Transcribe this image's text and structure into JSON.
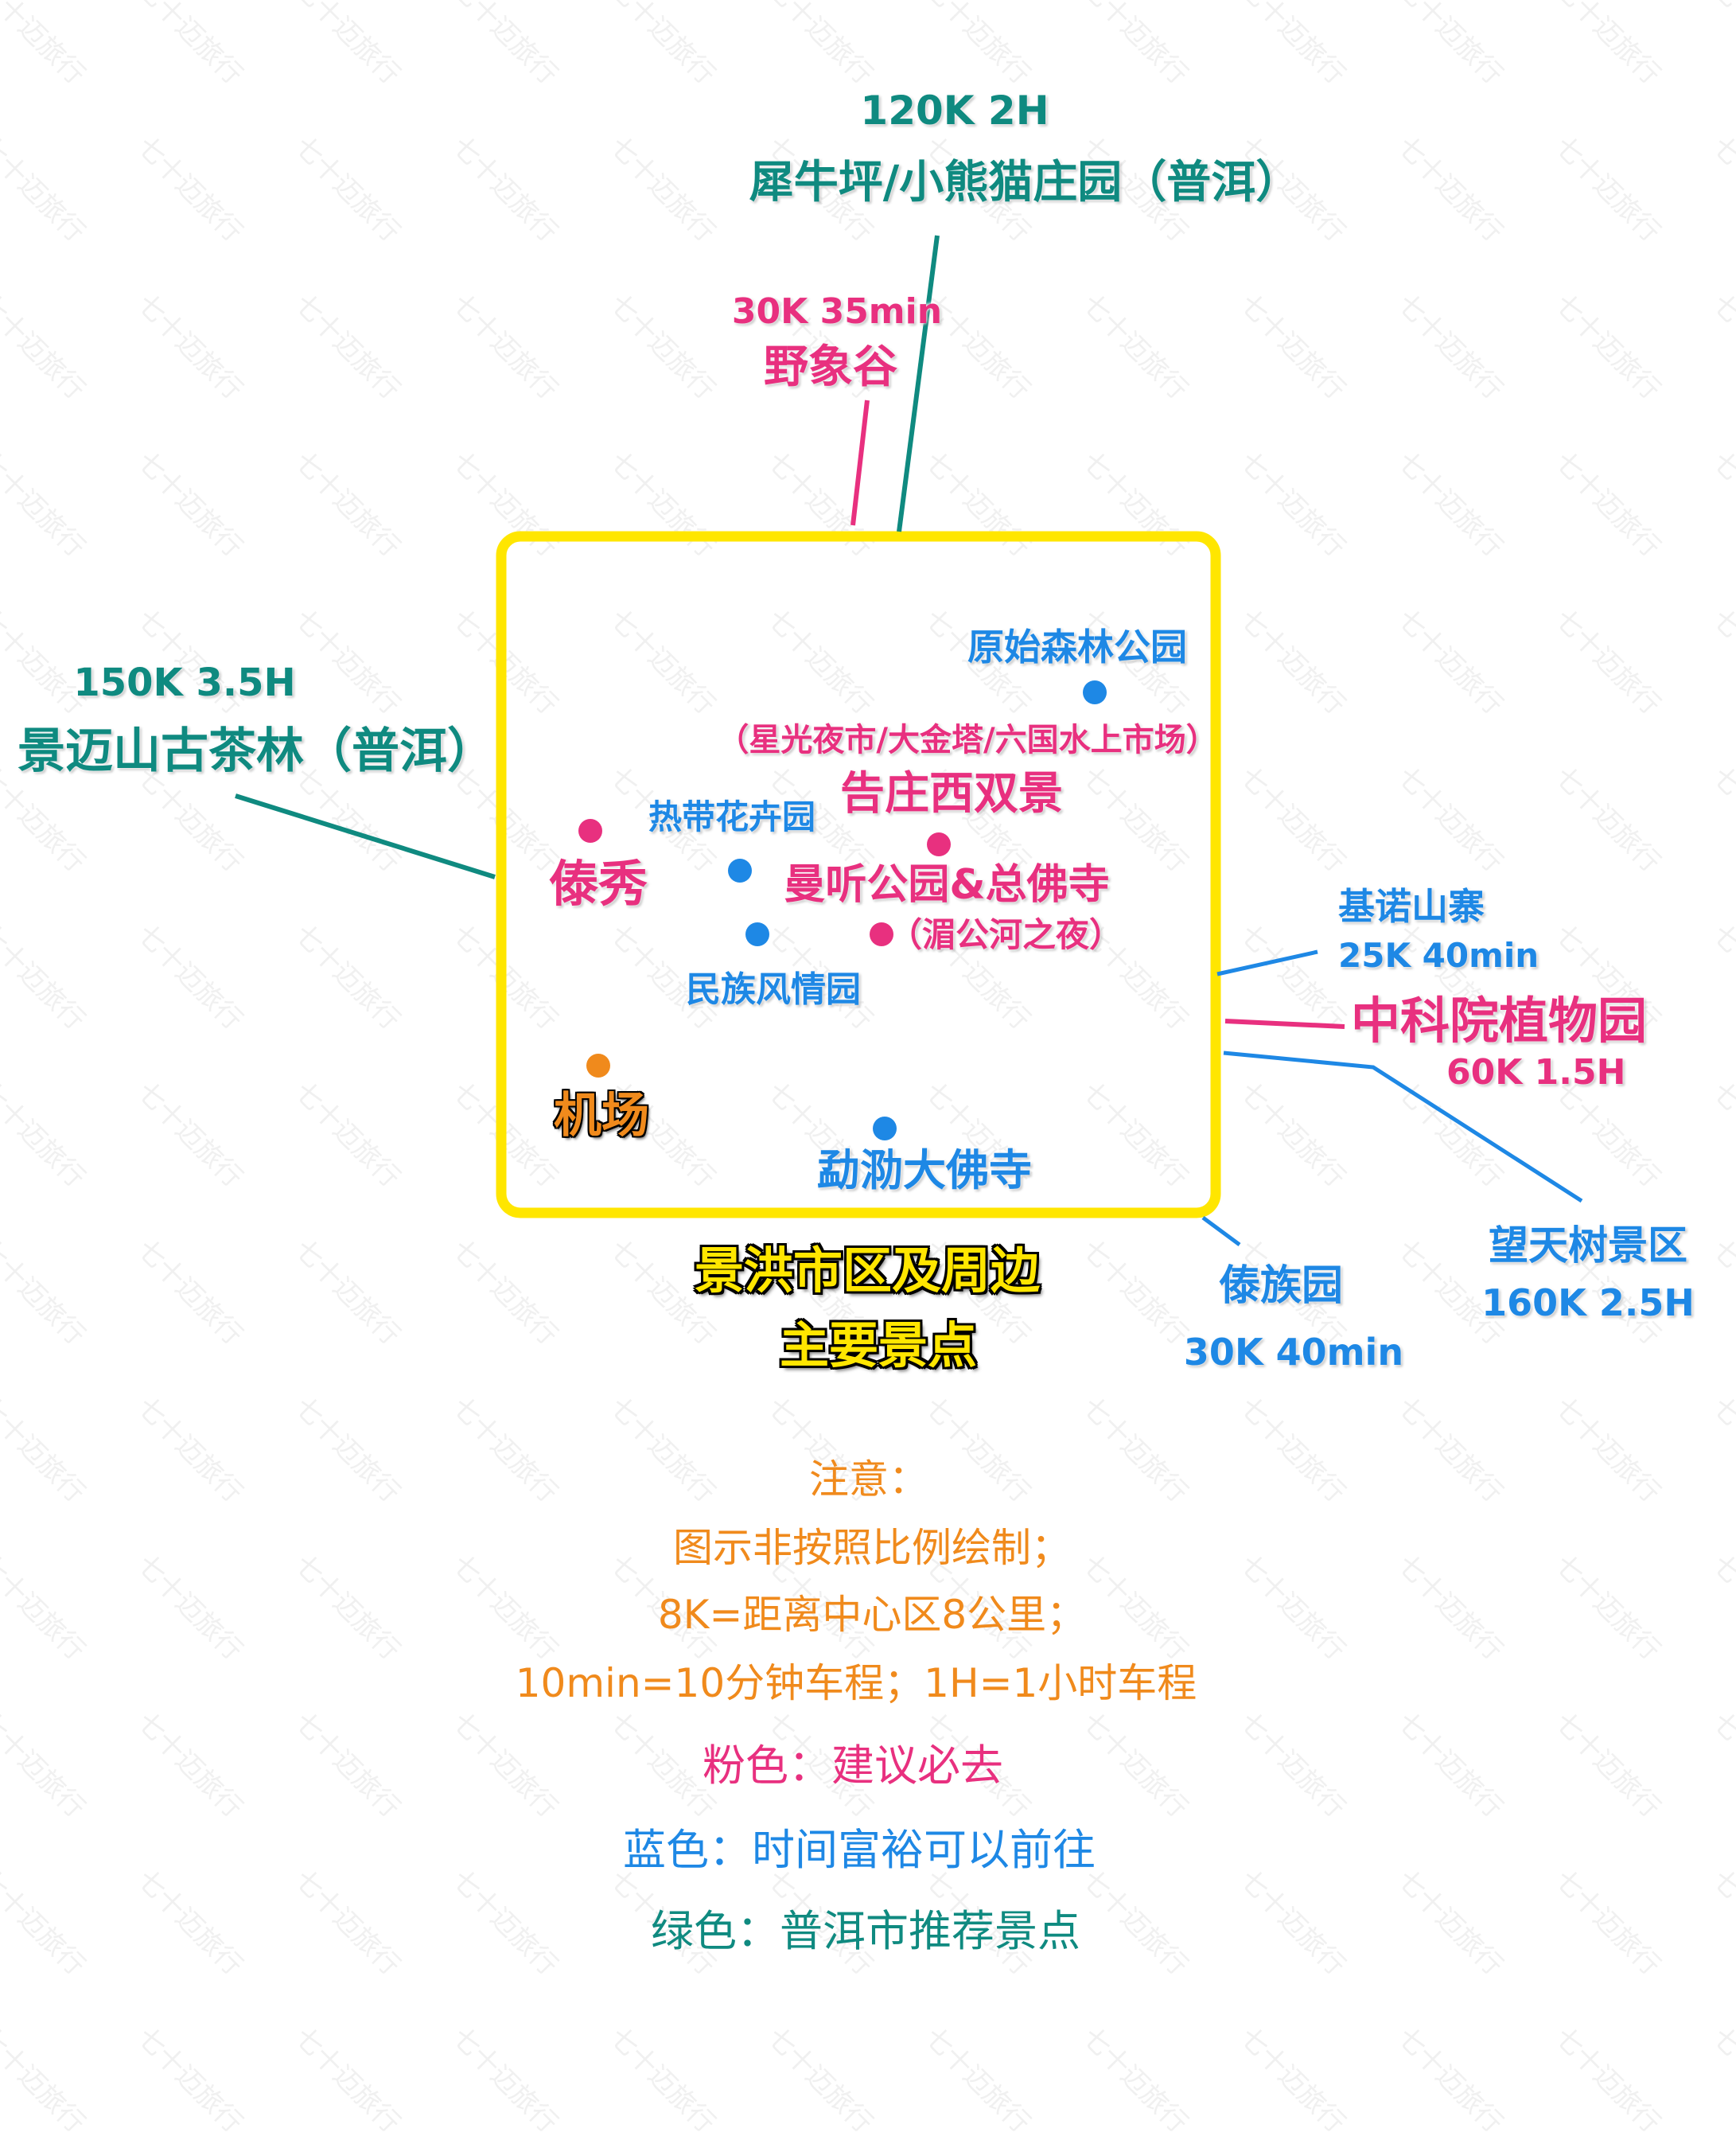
{
  "colors": {
    "pink": "#e8307f",
    "blue": "#1e88e5",
    "teal": "#0f8a80",
    "orange": "#f08a1c",
    "yellow": "#ffe600"
  },
  "watermark": "七十迈旅行",
  "outside": {
    "xiniuping": {
      "distance": "120K 2H",
      "name": "犀牛坪/小熊猫庄园（普洱）"
    },
    "yexianggu": {
      "distance": "30K 35min",
      "name": "野象谷"
    },
    "jingmai": {
      "distance": "150K 3.5H",
      "name": "景迈山古茶林（普洱）"
    },
    "jinuo": {
      "name": "基诺山寨",
      "distance": "25K 40min"
    },
    "zhongkeyuan": {
      "name": "中科院植物园",
      "distance": "60K 1.5H"
    },
    "wangtianshu": {
      "name": "望天树景区",
      "distance": "160K 2.5H"
    },
    "daizuyuan": {
      "name": "傣族园",
      "distance": "30K 40min"
    }
  },
  "inside": {
    "forest_park": "原始森林公园",
    "gaozhuang_sub": "（星光夜市/大金塔/六国水上市场）",
    "gaozhuang": "告庄西双景",
    "tropical_garden": "热带花卉园",
    "daixiu": "傣秀",
    "manting": "曼听公园&总佛寺",
    "meigong_night": "（湄公河之夜）",
    "ethnic_park": "民族风情园",
    "airport": "机场",
    "buddha_temple": "勐泐大佛寺"
  },
  "box_title": {
    "line1": "景洪市区及周边",
    "line2": "主要景点"
  },
  "notes": {
    "title": "注意：",
    "line1": "图示非按照比例绘制；",
    "line2": "8K=距离中心区8公里；",
    "line3": "10min=10分钟车程；1H=1小时车程",
    "pink_legend": "粉色：建议必去",
    "blue_legend": "蓝色：时间富裕可以前往",
    "green_legend": "绿色：普洱市推荐景点"
  }
}
